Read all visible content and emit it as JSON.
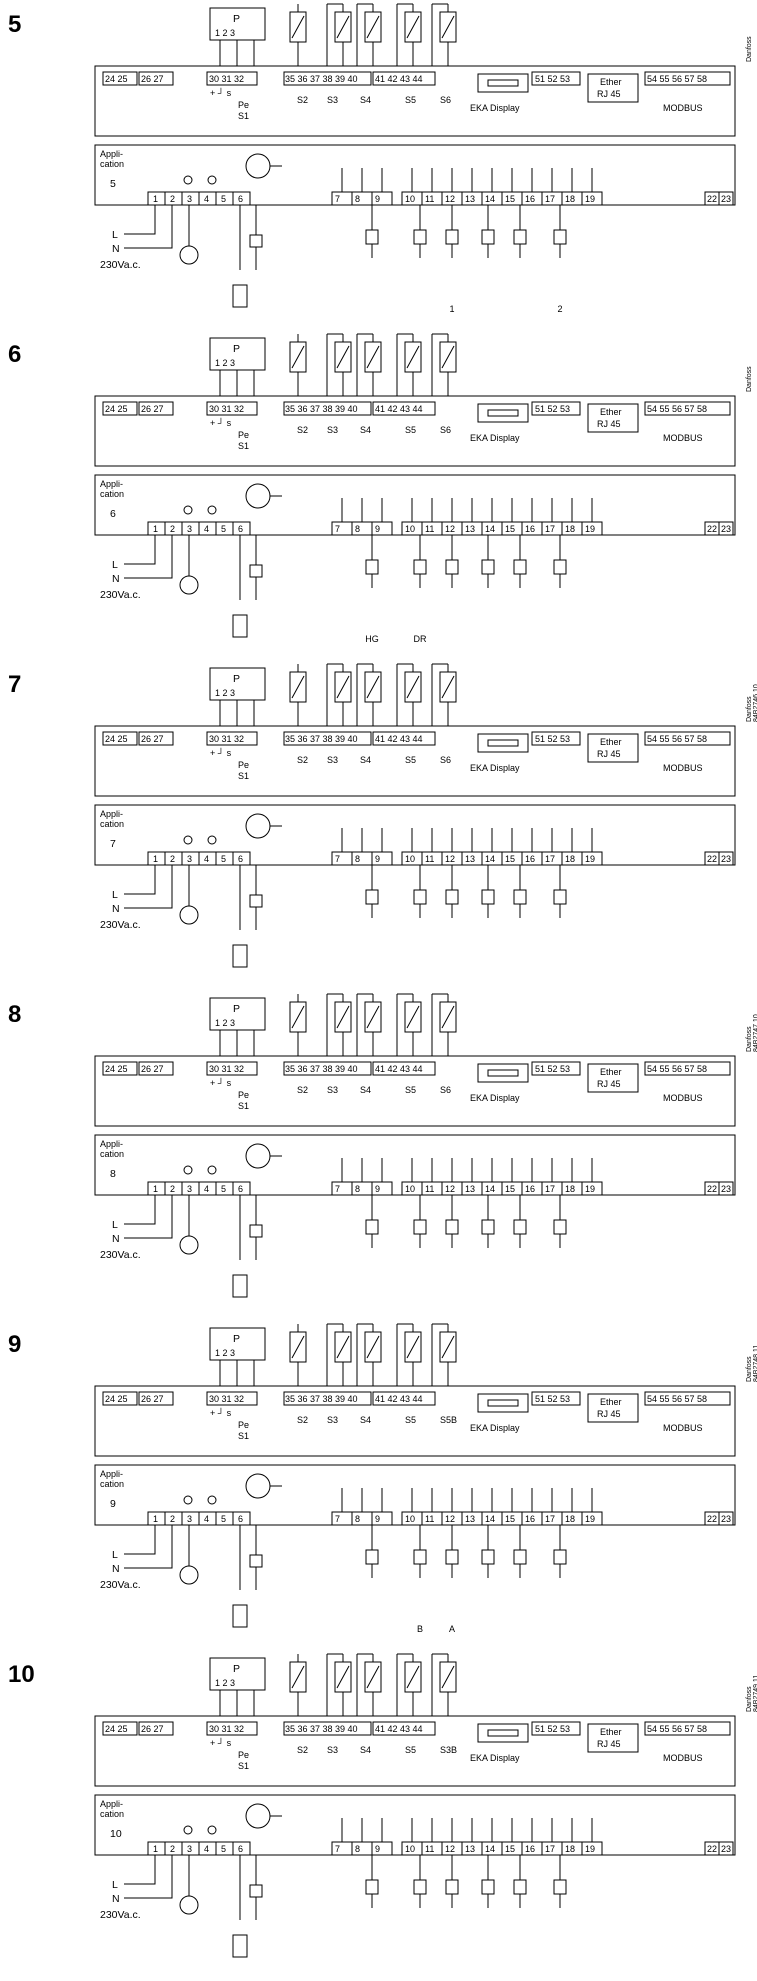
{
  "panels": [
    {
      "number": "5",
      "ref_a": "Danfoss",
      "ref_b": "",
      "sensors": [
        "S2",
        "S3",
        "S4",
        "S5",
        "S6"
      ],
      "app_number": "5",
      "load_labels": [
        "",
        "",
        "1",
        "",
        "",
        "2"
      ]
    },
    {
      "number": "6",
      "ref_a": "Danfoss",
      "ref_b": "",
      "sensors": [
        "S2",
        "S3",
        "S4",
        "S5",
        "S6"
      ],
      "app_number": "6",
      "load_labels": [
        "HG",
        "DR",
        "",
        "",
        "",
        ""
      ]
    },
    {
      "number": "7",
      "ref_a": "Danfoss",
      "ref_b": "84B2746.10",
      "sensors": [
        "S2",
        "S3",
        "S4",
        "S5",
        "S6"
      ],
      "app_number": "7",
      "load_labels": [
        "",
        "",
        "",
        "",
        "",
        ""
      ]
    },
    {
      "number": "8",
      "ref_a": "Danfoss",
      "ref_b": "84B2747.10",
      "sensors": [
        "S2",
        "S3",
        "S4",
        "S5",
        "S6"
      ],
      "app_number": "8",
      "load_labels": [
        "",
        "",
        "",
        "",
        "",
        ""
      ]
    },
    {
      "number": "9",
      "ref_a": "Danfoss",
      "ref_b": "84B2748.11",
      "sensors": [
        "S2",
        "S3",
        "S4",
        "S5",
        "S5B"
      ],
      "app_number": "9",
      "load_labels": [
        "",
        "B",
        "A",
        "",
        "",
        ""
      ]
    },
    {
      "number": "10",
      "ref_a": "Danfoss",
      "ref_b": "84B2749.11",
      "sensors": [
        "S2",
        "S3",
        "S4",
        "S5",
        "S3B"
      ],
      "app_number": "10",
      "load_labels": [
        "",
        "",
        "",
        "",
        "",
        ""
      ]
    }
  ],
  "common": {
    "p_label": "P",
    "p_terminals": "1  2  3",
    "t_group_a": "24 25",
    "t_group_b": "26 27",
    "t_30_32": "30 31 32",
    "pe_signs": "+  ┘  s",
    "pe_label": "Pe",
    "s1_label": "S1",
    "t_35_40": "35 36 37 38 39 40",
    "t_41_44": "41 42 43 44",
    "eka_label": "EKA Display",
    "t_51_53": "51 52 53",
    "ether_label": "Ether",
    "rj45_label": "RJ 45",
    "t_54_58": "54 55 56 57 58",
    "modbus_label": "MODBUS",
    "appl_line1": "Appli-",
    "appl_line2": "cation",
    "bottom_terms": [
      "1",
      "2",
      "3",
      "4",
      "5",
      "6"
    ],
    "relay_terms": [
      "7",
      "8",
      "9",
      "10",
      "11",
      "12",
      "13",
      "14",
      "15",
      "16",
      "17",
      "18",
      "19"
    ],
    "t_22_23": [
      "22",
      "23"
    ],
    "l_label": "L",
    "n_label": "N",
    "voltage_label": "230Va.c."
  }
}
